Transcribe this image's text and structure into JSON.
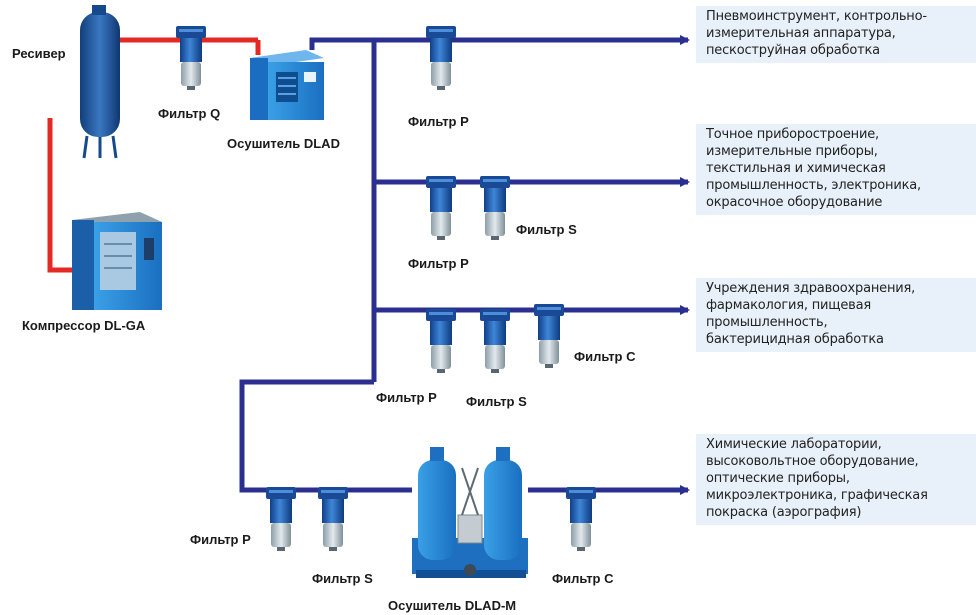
{
  "colors": {
    "blue_pipe": "#2b2f8f",
    "red_pipe": "#e32a24",
    "equipment_blue": "#2a86d4",
    "panel_bg": "#e8f1f9"
  },
  "labels": {
    "receiver": "Ресивер",
    "compressor": "Компрессор DL-GA",
    "filter_q": "Фильтр Q",
    "dryer_dlad": "Осушитель DLAD",
    "dryer_dlad_m": "Осушитель DLAD-M",
    "row1_filter_p": "Фильтр P",
    "row2_filter_p": "Фильтр P",
    "row2_filter_s": "Фильтр S",
    "row3_filter_p": "Фильтр P",
    "row3_filter_s": "Фильтр S",
    "row3_filter_c": "Фильтр C",
    "row4_filter_p": "Фильтр P",
    "row4_filter_s": "Фильтр S",
    "row4_filter_c": "Фильтр C"
  },
  "applications": [
    {
      "lines": [
        "Пневмоинструмент, контрольно-",
        "измерительная аппаратура,",
        "пескоструйная обработка"
      ]
    },
    {
      "lines": [
        "Точное приборостроение,",
        "измерительные приборы,",
        "текстильная и химическая",
        "промышленность, электроника,",
        "окрасочное оборудование"
      ]
    },
    {
      "lines": [
        "Учреждения здравоохранения,",
        "фармакология, пищевая",
        "промышленность,",
        "бактерицидная обработка"
      ]
    },
    {
      "lines": [
        "Химические лаборатории,",
        "высоковольтное оборудование,",
        "оптические приборы,",
        "микроэлектроника, графическая",
        "покраска (аэрография)"
      ]
    }
  ]
}
